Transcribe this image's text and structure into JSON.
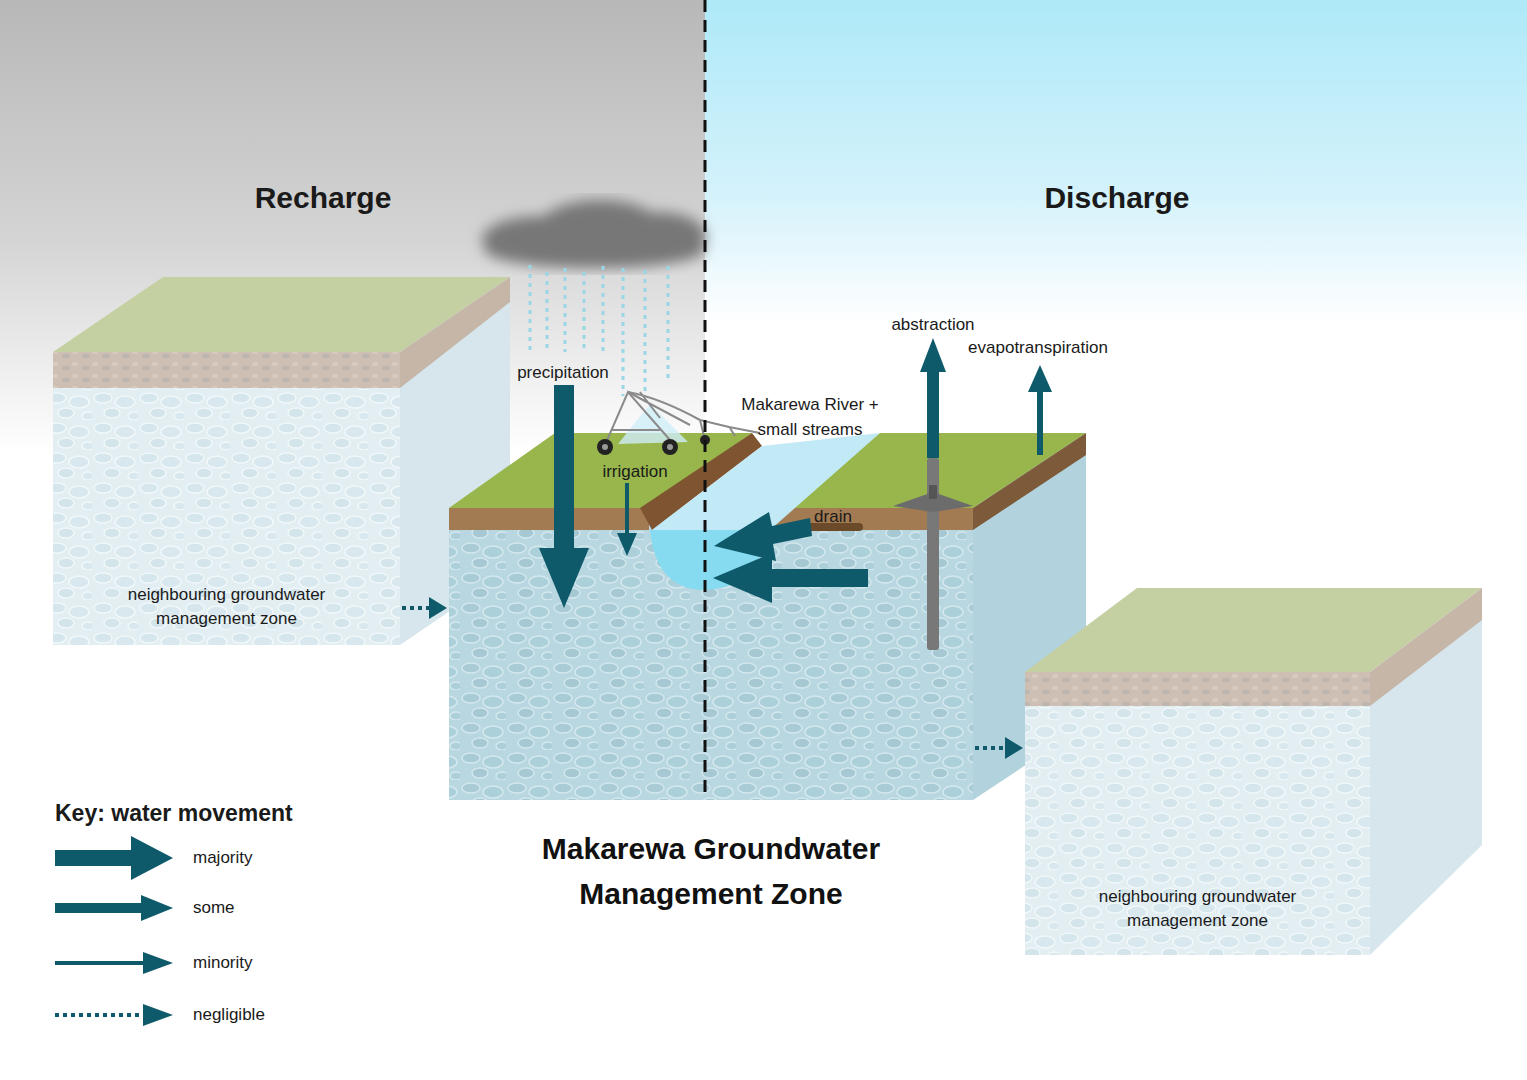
{
  "diagram": {
    "nodes": [
      {
        "text": [
          "neighbouring groundwater management zone"
        ]
      },
      {
        "text": [
          "Makarewa Groundwater Management Zone"
        ]
      },
      {
        "text": [
          "neighbouring groundwater management zone"
        ]
      }
    ],
    "edges": [
      {
        "from": 0,
        "to": 1,
        "arrow": "to"
      },
      {
        "from": 1,
        "to": 2,
        "arrow": "to"
      }
    ],
    "labels": [
      "Recharge",
      "Discharge",
      "precipitation",
      "irrigation",
      "Makarewa River + small streams",
      "drain",
      "abstraction",
      "evapotranspiration",
      "Key: water movement"
    ],
    "legend": [
      {
        "text": "majority"
      },
      {
        "text": "some"
      },
      {
        "text": "minority"
      },
      {
        "text": "negligible"
      }
    ]
  }
}
